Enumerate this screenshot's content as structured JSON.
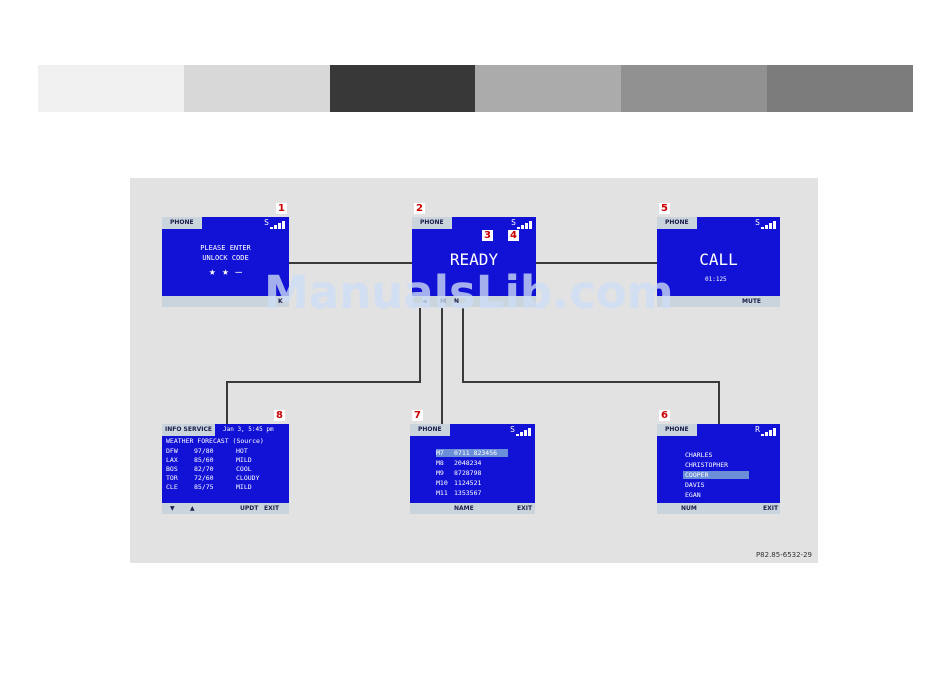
{
  "swatches": [
    "#f0f0f0",
    "#d8d8d8",
    "#383838",
    "#ababab",
    "#919191",
    "#7c7c7c"
  ],
  "callouts": [
    "1",
    "2",
    "3",
    "4",
    "5",
    "6",
    "7",
    "8"
  ],
  "screen1": {
    "head": "PHONE",
    "status": "S",
    "line1": "PLEASE ENTER",
    "line2": "UNLOCK CODE",
    "code": "★ ★ —",
    "foot_right": "K"
  },
  "screen2": {
    "head": "PHONE",
    "status": "S",
    "main": "READY",
    "foot_left": "◄",
    "foot_mid": "M",
    "foot_right": "N"
  },
  "screen5": {
    "head": "PHONE",
    "status": "S",
    "main": "CALL",
    "time": "01:125",
    "foot_right": "MUTE"
  },
  "screen8": {
    "head": "INFO SERVICE",
    "date": "Jan 3, 5:45 pm",
    "title": "WEATHER FORECAST (Source)",
    "rows": [
      {
        "city": "DFW",
        "temp": "97/80",
        "cond": "HOT"
      },
      {
        "city": "LAX",
        "temp": "85/60",
        "cond": "MILD"
      },
      {
        "city": "BOS",
        "temp": "82/70",
        "cond": "COOL"
      },
      {
        "city": "TOR",
        "temp": "72/60",
        "cond": "CLOUDY"
      },
      {
        "city": "CLE",
        "temp": "85/75",
        "cond": "MILD"
      }
    ],
    "foot_down": "▼",
    "foot_up": "▲",
    "foot_updt": "UPDT",
    "foot_exit": "EXIT"
  },
  "screen7": {
    "head": "PHONE",
    "status": "S",
    "rows": [
      {
        "code": "M7",
        "num": "0711 823456"
      },
      {
        "code": "M8",
        "num": "2048234"
      },
      {
        "code": "M9",
        "num": "8728798"
      },
      {
        "code": "M10",
        "num": "1124521"
      },
      {
        "code": "M11",
        "num": "1353567"
      }
    ],
    "foot_mid": "NAME",
    "foot_right": "EXIT"
  },
  "screen6": {
    "head": "PHONE",
    "status": "R",
    "names": [
      "CHARLES",
      "CHRISTOPHER",
      "COOPER",
      "DAVIS",
      "EGAN"
    ],
    "selected": 2,
    "foot_left": "NUM",
    "foot_right": "EXIT"
  },
  "ref": "P82.85-6532-29",
  "watermark": "ManualsLib.com"
}
